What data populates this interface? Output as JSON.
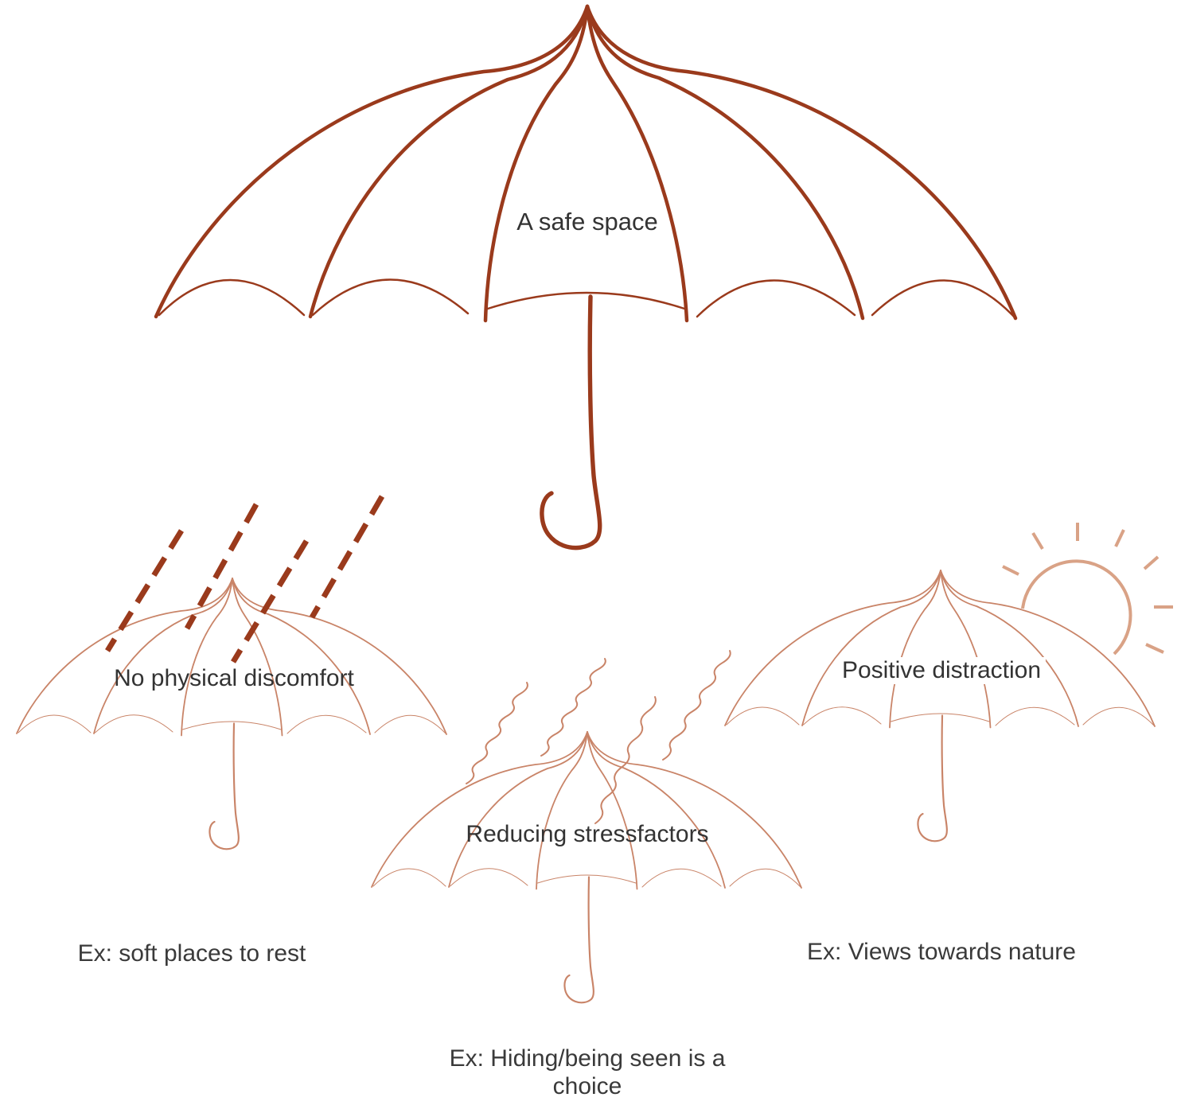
{
  "colors": {
    "main": "#9a3a1c",
    "light": "#c98468",
    "sun": "#d9a286",
    "text": "#333333"
  },
  "diagram": {
    "main_umbrella": {
      "label": "A safe space"
    },
    "umbrellas": [
      {
        "label": "No physical discomfort",
        "caption": "Ex: soft places to rest",
        "weather_icon": "rain-icon"
      },
      {
        "label": "Reducing stressfactors",
        "caption": "Ex: Hiding/being seen is a choice",
        "weather_icon": "wind-icon"
      },
      {
        "label": "Positive distraction",
        "caption": "Ex: Views towards nature",
        "weather_icon": "sun-icon"
      }
    ]
  }
}
